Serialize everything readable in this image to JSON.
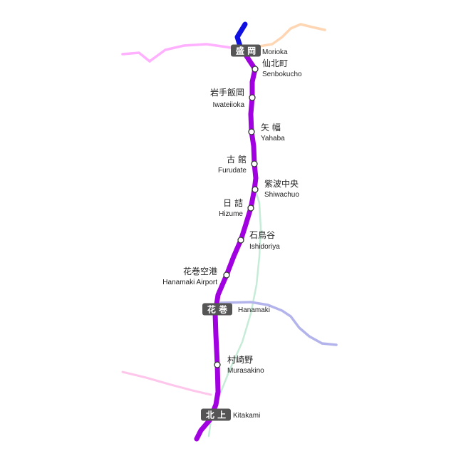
{
  "colors": {
    "main_line": "#a100e0",
    "northern_line": "#1010e0",
    "pink_line": "#ffb0ff",
    "peach_line": "#ffd6b4",
    "lavender_line": "#b4b4ec",
    "light_pink_line": "#ffc6ec",
    "mint_line": "#c6ecd8",
    "major_box": "#555555"
  },
  "stations": [
    {
      "id": "morioka",
      "ja": "盛 岡",
      "en": "Morioka",
      "major": true
    },
    {
      "id": "senbokucho",
      "ja": "仙北町",
      "en": "Senbokucho",
      "major": false
    },
    {
      "id": "iwateiioka",
      "ja": "岩手飯岡",
      "en": "Iwateiioka",
      "major": false
    },
    {
      "id": "yahaba",
      "ja": "矢 幅",
      "en": "Yahaba",
      "major": false
    },
    {
      "id": "furudate",
      "ja": "古 館",
      "en": "Furudate",
      "major": false
    },
    {
      "id": "shiwachuo",
      "ja": "紫波中央",
      "en": "Shiwachuo",
      "major": false
    },
    {
      "id": "hizume",
      "ja": "日 詰",
      "en": "Hizume",
      "major": false
    },
    {
      "id": "ishidoriya",
      "ja": "石鳥谷",
      "en": "Ishidoriya",
      "major": false
    },
    {
      "id": "hanamaki-airport",
      "ja": "花巻空港",
      "en": "Hanamaki Airport",
      "major": false
    },
    {
      "id": "hanamaki",
      "ja": "花 巻",
      "en": "Hanamaki",
      "major": true
    },
    {
      "id": "murasakino",
      "ja": "村崎野",
      "en": "Murasakino",
      "major": false
    },
    {
      "id": "kitakami",
      "ja": "北 上",
      "en": "Kitakami",
      "major": true
    }
  ]
}
